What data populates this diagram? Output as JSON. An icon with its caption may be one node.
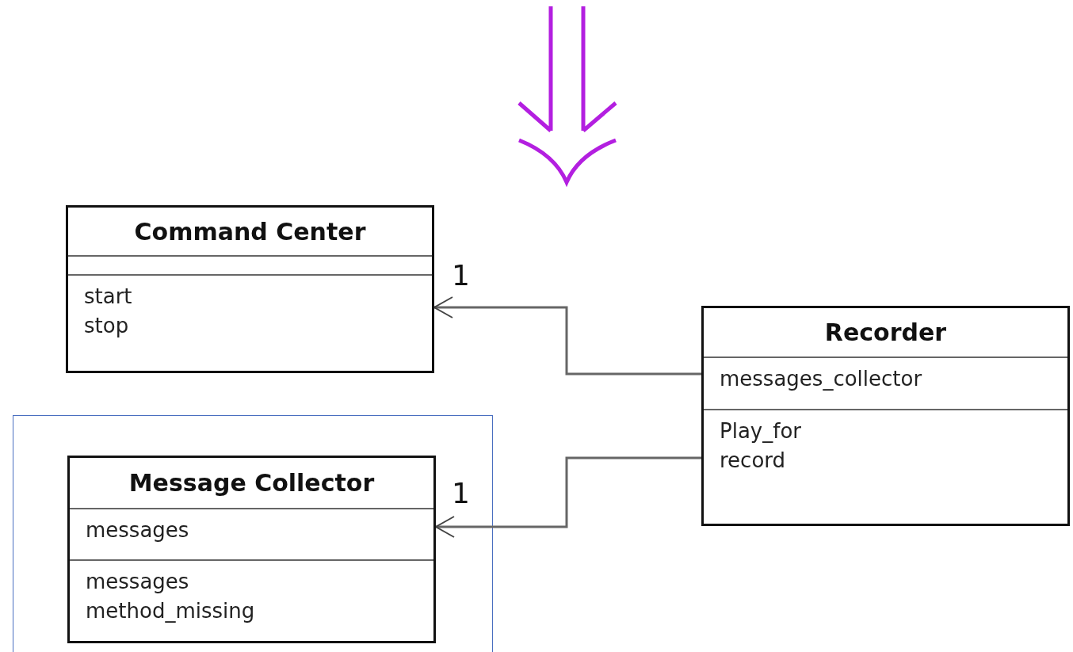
{
  "diagram": {
    "nodes": [
      {
        "text": [
          "Command Center",
          "start",
          "stop"
        ]
      },
      {
        "text": [
          "Recorder",
          "messages_collector",
          "Play_for",
          "record"
        ]
      },
      {
        "text": [
          "Message Collector",
          "messages",
          "messages",
          "method_missing"
        ]
      }
    ],
    "edges": [
      {
        "from": 1,
        "to": 0,
        "arrow": "to",
        "label": "1"
      },
      {
        "from": 1,
        "to": 2,
        "arrow": "to",
        "label": "1"
      }
    ]
  }
}
